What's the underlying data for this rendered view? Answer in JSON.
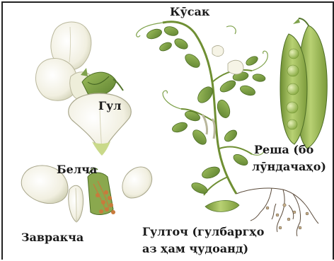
{
  "labels": {
    "kusak": "Кӯсак",
    "gul": "Гул",
    "belcha": "Белча",
    "zavrakcha": "Завракча",
    "resha_line1": "Реша (бо",
    "resha_line2": "лӯндачаҳо)",
    "gultoch_line1": "Гулточ (гулбаргҳо",
    "gultoch_line2": "аз ҳам ҷудоанд)"
  },
  "colors": {
    "petal": "#f4f1e2",
    "petal_shade": "#d8d7bf",
    "leaf": "#7fa24c",
    "leaf_dark": "#55762e",
    "pod": "#a5c263",
    "pod_dark": "#6f8f33",
    "pea": "#c6d98a",
    "stamen": "#c97a3c",
    "root": "#5a4a3a"
  }
}
